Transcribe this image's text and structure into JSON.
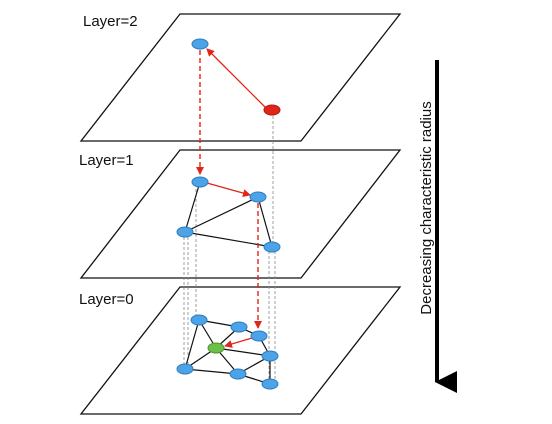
{
  "layers": [
    {
      "label": "Layer=2"
    },
    {
      "label": "Layer=1"
    },
    {
      "label": "Layer=0"
    }
  ],
  "axis": {
    "label": "Decreasing characteristic radius"
  },
  "colors": {
    "node": "#4da3e8",
    "node_stroke": "#2f7fbf",
    "entry_node": "#e0251b",
    "target_node": "#6cc04a",
    "search_edge": "#e0251b",
    "graph_edge": "#111111",
    "guide": "#888888",
    "plane": "#111111"
  },
  "icons": {
    "axis_arrow": "down-arrow-icon"
  }
}
